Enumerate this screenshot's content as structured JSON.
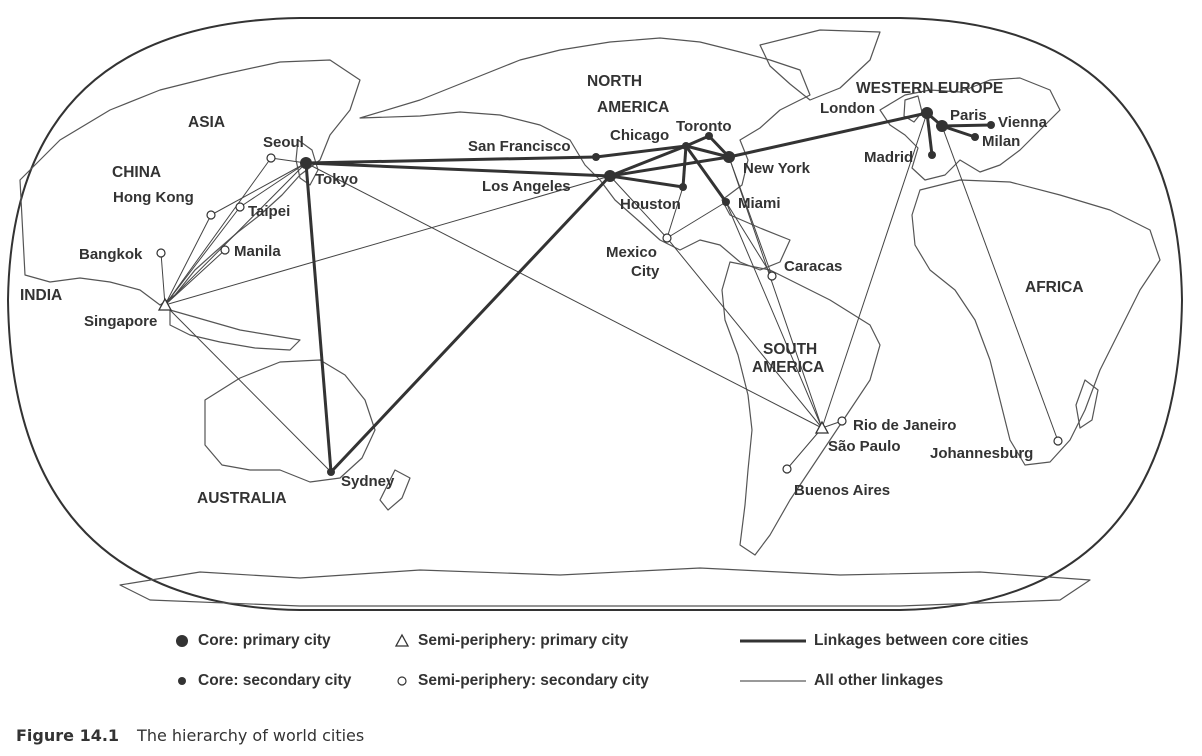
{
  "regions": [
    {
      "id": "north-america-1",
      "text": "NORTH"
    },
    {
      "id": "north-america-2",
      "text": "AMERICA"
    },
    {
      "id": "asia",
      "text": "ASIA"
    },
    {
      "id": "china",
      "text": "CHINA"
    },
    {
      "id": "india",
      "text": "INDIA"
    },
    {
      "id": "western-europe",
      "text": "WESTERN EUROPE"
    },
    {
      "id": "africa",
      "text": "AFRICA"
    },
    {
      "id": "south-america-1",
      "text": "SOUTH"
    },
    {
      "id": "south-america-2",
      "text": "AMERICA"
    },
    {
      "id": "australia",
      "text": "AUSTRALIA"
    }
  ],
  "cities": [
    {
      "id": "tokyo",
      "name": "Tokyo",
      "category": "core-primary"
    },
    {
      "id": "london",
      "name": "London",
      "category": "core-primary"
    },
    {
      "id": "paris",
      "name": "Paris",
      "category": "core-primary"
    },
    {
      "id": "new-york",
      "name": "New York",
      "category": "core-primary"
    },
    {
      "id": "los-angeles",
      "name": "Los Angeles",
      "category": "core-primary"
    },
    {
      "id": "chicago",
      "name": "Chicago",
      "category": "core-secondary"
    },
    {
      "id": "toronto",
      "name": "Toronto",
      "category": "core-secondary"
    },
    {
      "id": "san-francisco",
      "name": "San Francisco",
      "category": "core-secondary"
    },
    {
      "id": "houston",
      "name": "Houston",
      "category": "core-secondary"
    },
    {
      "id": "miami",
      "name": "Miami",
      "category": "core-secondary"
    },
    {
      "id": "vienna",
      "name": "Vienna",
      "category": "core-secondary"
    },
    {
      "id": "milan",
      "name": "Milan",
      "category": "core-secondary"
    },
    {
      "id": "madrid",
      "name": "Madrid",
      "category": "core-secondary"
    },
    {
      "id": "sydney",
      "name": "Sydney",
      "category": "core-secondary"
    },
    {
      "id": "singapore",
      "name": "Singapore",
      "category": "semi-periphery-primary"
    },
    {
      "id": "sao-paulo",
      "name": "São Paulo",
      "category": "semi-periphery-primary"
    },
    {
      "id": "seoul",
      "name": "Seoul",
      "category": "semi-periphery-secondary"
    },
    {
      "id": "taipei",
      "name": "Taipei",
      "category": "semi-periphery-secondary"
    },
    {
      "id": "hong-kong",
      "name": "Hong Kong",
      "category": "semi-periphery-secondary"
    },
    {
      "id": "bangkok",
      "name": "Bangkok",
      "category": "semi-periphery-secondary"
    },
    {
      "id": "manila",
      "name": "Manila",
      "category": "semi-periphery-secondary"
    },
    {
      "id": "mexico-city-1",
      "name": "Mexico",
      "category": "semi-periphery-secondary"
    },
    {
      "id": "mexico-city-2",
      "name": "City",
      "category": "label-only"
    },
    {
      "id": "caracas",
      "name": "Caracas",
      "category": "semi-periphery-secondary"
    },
    {
      "id": "rio",
      "name": "Rio de Janeiro",
      "category": "semi-periphery-secondary"
    },
    {
      "id": "buenos-aires",
      "name": "Buenos Aires",
      "category": "semi-periphery-secondary"
    },
    {
      "id": "johannesburg",
      "name": "Johannesburg",
      "category": "semi-periphery-secondary"
    }
  ],
  "linkages": {
    "core": [
      [
        "tokyo",
        "los-angeles"
      ],
      [
        "tokyo",
        "san-francisco"
      ],
      [
        "tokyo",
        "sydney"
      ],
      [
        "san-francisco",
        "chicago"
      ],
      [
        "los-angeles",
        "chicago"
      ],
      [
        "los-angeles",
        "houston"
      ],
      [
        "los-angeles",
        "sydney"
      ],
      [
        "los-angeles",
        "new-york"
      ],
      [
        "chicago",
        "toronto"
      ],
      [
        "chicago",
        "new-york"
      ],
      [
        "toronto",
        "new-york"
      ],
      [
        "chicago",
        "houston"
      ],
      [
        "chicago",
        "miami"
      ],
      [
        "new-york",
        "london"
      ],
      [
        "london",
        "paris"
      ],
      [
        "paris",
        "vienna"
      ],
      [
        "paris",
        "milan"
      ],
      [
        "london",
        "madrid"
      ]
    ],
    "other": [
      [
        "tokyo",
        "seoul"
      ],
      [
        "seoul",
        "singapore"
      ],
      [
        "tokyo",
        "singapore"
      ],
      [
        "tokyo",
        "taipei"
      ],
      [
        "taipei",
        "singapore"
      ],
      [
        "singapore",
        "hong-kong"
      ],
      [
        "singapore",
        "bangkok"
      ],
      [
        "singapore",
        "manila"
      ],
      [
        "singapore",
        "los-angeles"
      ],
      [
        "singapore",
        "sydney"
      ],
      [
        "tokyo",
        "sao-paulo"
      ],
      [
        "tokyo",
        "hong-kong"
      ],
      [
        "new-york",
        "sao-paulo"
      ],
      [
        "london",
        "sao-paulo"
      ],
      [
        "paris",
        "johannesburg"
      ],
      [
        "miami",
        "caracas"
      ],
      [
        "new-york",
        "caracas"
      ],
      [
        "los-angeles",
        "mexico-city-1"
      ],
      [
        "mexico-city-1",
        "sao-paulo"
      ],
      [
        "mexico-city-1",
        "miami"
      ],
      [
        "houston",
        "mexico-city-1"
      ],
      [
        "sao-paulo",
        "rio"
      ],
      [
        "sao-paulo",
        "buenos-aires"
      ],
      [
        "miami",
        "sao-paulo"
      ]
    ]
  },
  "legend": {
    "core_primary": "Core: primary city",
    "core_secondary": "Core: secondary city",
    "semi_primary": "Semi-periphery: primary city",
    "semi_secondary": "Semi-periphery: secondary city",
    "core_links": "Linkages between core cities",
    "other_links": "All other linkages"
  },
  "caption": {
    "figure": "Figure 14.1",
    "title": "The hierarchy of world cities"
  }
}
